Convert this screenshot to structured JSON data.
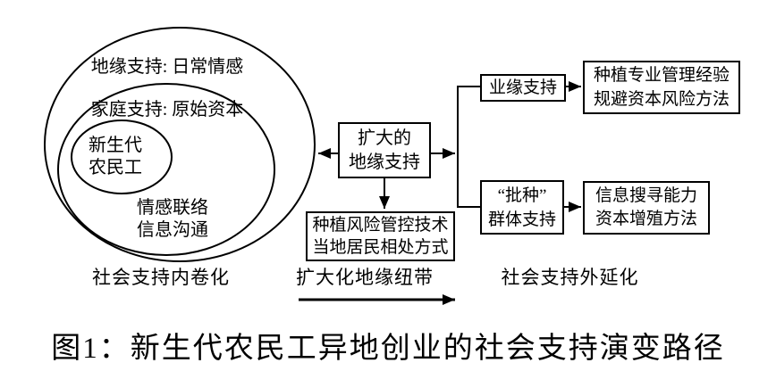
{
  "figure": {
    "caption": "图1：新生代农民工异地创业的社会支持演变路径",
    "colors": {
      "line": "#000000",
      "background": "#ffffff"
    },
    "venn": {
      "outer_label": "地缘支持: 日常情感",
      "middle_label": "家庭支持: 原始资本",
      "core_line1": "新生代",
      "core_line2": "农民工",
      "note_line1": "情感联络",
      "note_line2": "信息沟通",
      "stage_label": "社会支持内卷化"
    },
    "middle": {
      "expanded_line1": "扩大的",
      "expanded_line2": "地缘支持",
      "risk_line1": "种植风险管控技术",
      "risk_line2": "当地居民相处方式",
      "stage_label": "扩大化地缘纽带"
    },
    "right": {
      "occupational_label": "业缘支持",
      "occupational_outcome_line1": "种植专业管理经验",
      "occupational_outcome_line2": "规避资本风险方法",
      "group_line1": "“批种”",
      "group_line2": "群体支持",
      "group_outcome_line1": "信息搜寻能力",
      "group_outcome_line2": "资本增殖方法",
      "stage_label": "社会支持外延化"
    }
  }
}
